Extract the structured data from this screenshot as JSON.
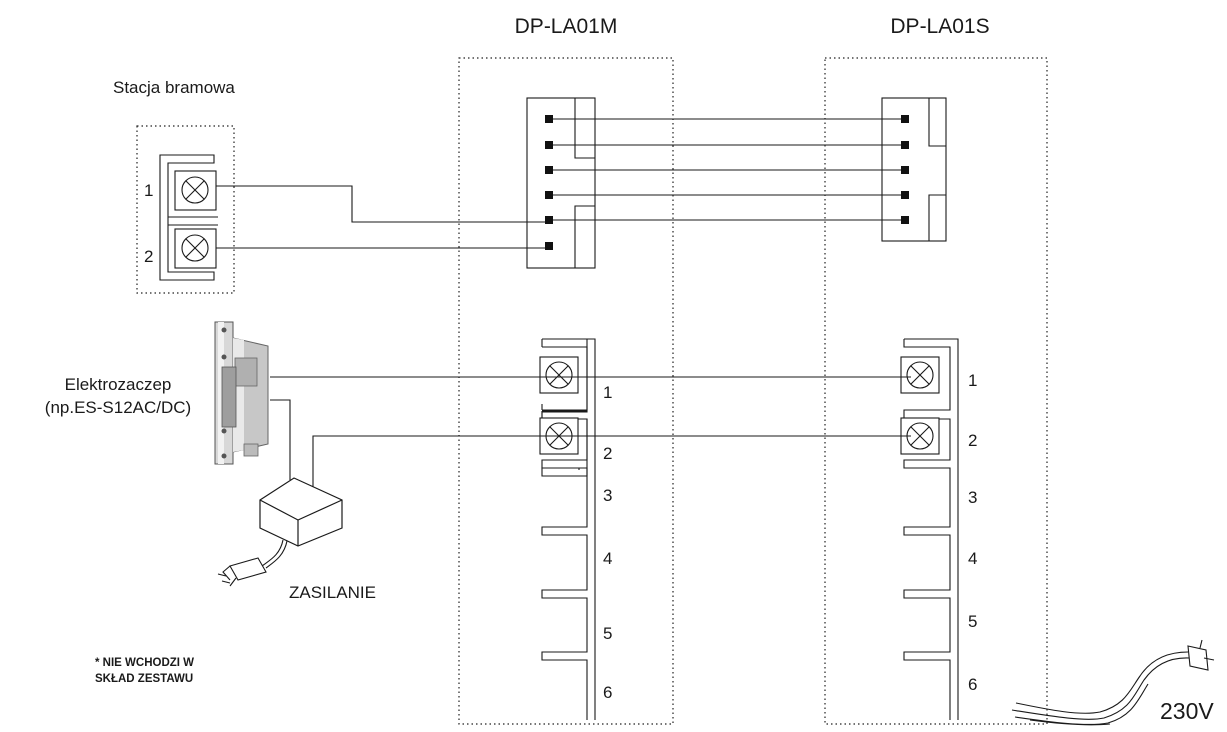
{
  "devices": {
    "master_title": "DP-LA01M",
    "slave_title": "DP-LA01S"
  },
  "gate_station": {
    "label": "Stacja bramowa",
    "terminals": [
      "1",
      "2"
    ]
  },
  "lock": {
    "label_line1": "Elektrozaczep",
    "label_line2": "(np.ES-S12AC/DC)"
  },
  "power_supply": {
    "label": "ZASILANIE"
  },
  "terminal_numbers": [
    "1",
    "2",
    "3",
    "4",
    "5",
    "6"
  ],
  "note": {
    "line1": "* NIE WCHODZI W",
    "line2": "SKŁAD ZESTAWU"
  },
  "mains": {
    "label": "230V"
  }
}
